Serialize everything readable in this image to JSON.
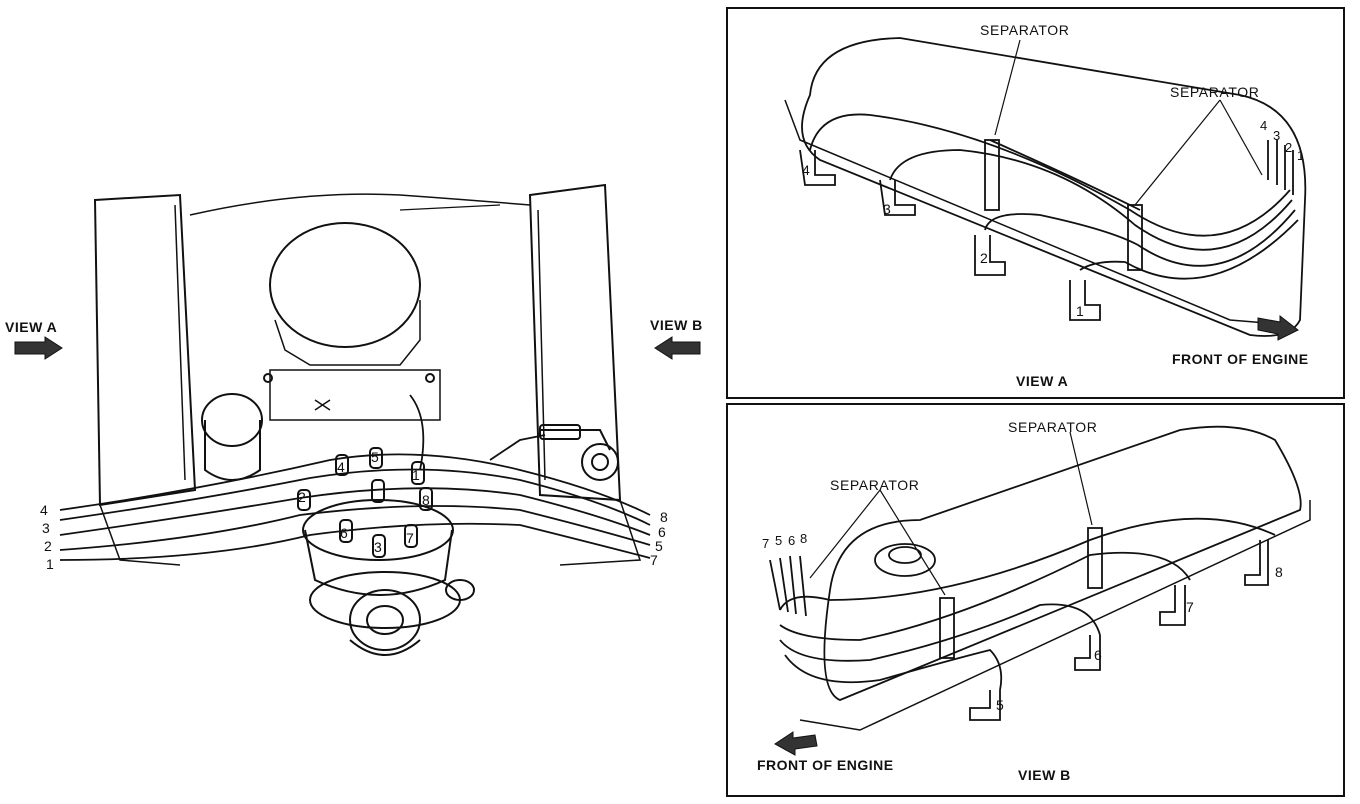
{
  "main_view": {
    "view_a_label": "VIEW A",
    "view_b_label": "VIEW B",
    "left_wire_numbers": [
      "4",
      "3",
      "2",
      "1"
    ],
    "right_wire_numbers": [
      "8",
      "6",
      "5",
      "7"
    ],
    "cap_numbers": [
      "1",
      "2",
      "3",
      "4",
      "5",
      "6",
      "7",
      "8"
    ]
  },
  "view_a": {
    "caption": "VIEW A",
    "separator_left": "SEPARATOR",
    "separator_right": "SEPARATOR",
    "front_of_engine": "FRONT OF ENGINE",
    "wire_numbers_top": [
      "4",
      "3",
      "2",
      "1"
    ],
    "plug_numbers": [
      "4",
      "3",
      "2",
      "1"
    ]
  },
  "view_b": {
    "caption": "VIEW B",
    "separator_top": "SEPARATOR",
    "separator_left": "SEPARATOR",
    "front_of_engine": "FRONT OF ENGINE",
    "wire_numbers_top": [
      "7",
      "5",
      "6",
      "8"
    ],
    "plug_numbers": [
      "8",
      "7",
      "6",
      "5"
    ]
  }
}
